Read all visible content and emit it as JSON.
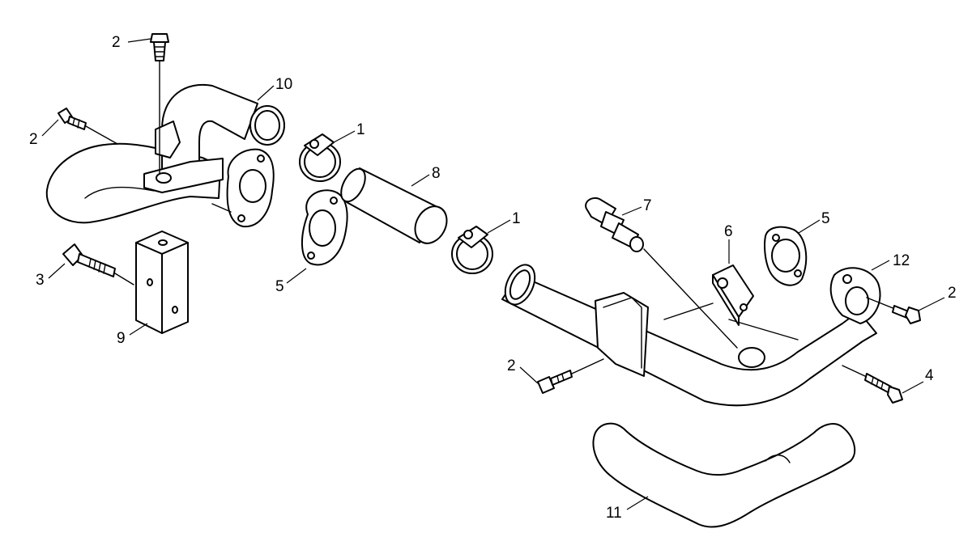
{
  "callouts": {
    "c2_top": "2",
    "c10": "10",
    "c2_left": "2",
    "c1_a": "1",
    "c8": "8",
    "c1_b": "1",
    "c7": "7",
    "c5_left": "5",
    "c5_right": "5",
    "c6": "6",
    "c12": "12",
    "c2_right": "2",
    "c3": "3",
    "c9": "9",
    "c2_bottom": "2",
    "c4": "4",
    "c11": "11"
  },
  "colors": {
    "line": "#000000",
    "background": "#ffffff"
  }
}
